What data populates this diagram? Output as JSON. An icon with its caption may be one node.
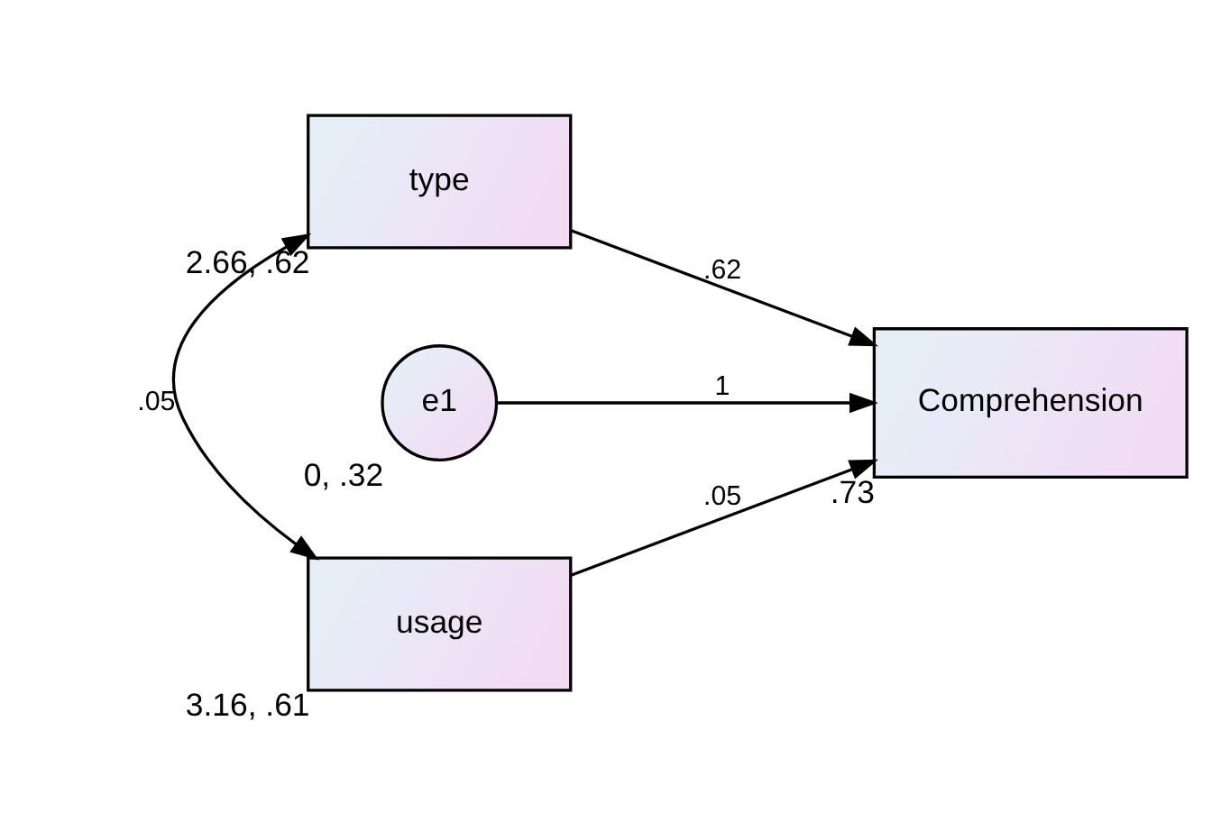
{
  "diagram": {
    "nodes": [
      {
        "text": [
          "type"
        ],
        "beside": [
          "2.66, .62"
        ]
      },
      {
        "text": [
          "e1"
        ],
        "beside": [
          "0, .32"
        ]
      },
      {
        "text": [
          "Comprehension"
        ],
        "beside": [
          ".73"
        ]
      },
      {
        "text": [
          "usage"
        ],
        "beside": [
          "3.16, .61"
        ]
      }
    ],
    "edges": [
      {
        "from": 0,
        "to": 2,
        "arrow": "to",
        "label": ".62"
      },
      {
        "from": 0,
        "to": 3,
        "arrow": "both",
        "label": ".05"
      },
      {
        "from": 3,
        "to": 2,
        "arrow": "to",
        "label": ".05"
      },
      {
        "from": 1,
        "to": 2,
        "arrow": "to",
        "label": "1"
      }
    ]
  }
}
